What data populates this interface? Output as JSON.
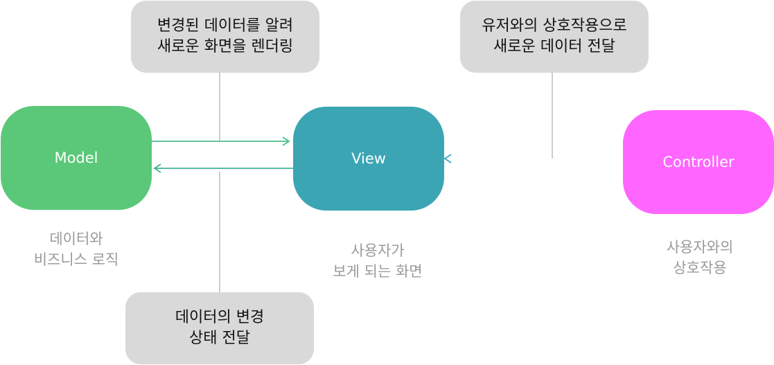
{
  "nodes": {
    "model": "Model",
    "view": "View",
    "controller": "Controller"
  },
  "notes": {
    "model_to_view": [
      "변경된 데이터를 알려",
      "새로운 화면을 렌더링"
    ],
    "controller_to_view": [
      "유저와의 상호작용으로",
      "새로운 데이터 전달"
    ],
    "view_to_model": [
      "데이터의 변경",
      "상태 전달"
    ]
  },
  "captions": {
    "model": [
      "데이터와",
      "비즈니스 로직"
    ],
    "view": [
      "사용자가",
      "보게 되는 화면"
    ],
    "controller": [
      "사용자와의",
      "상호작용"
    ]
  },
  "colors": {
    "model": "#5ac878",
    "view": "#3ca5b3",
    "controller": "#ff66ff",
    "note_bg": "#d9d9d9",
    "caption_text": "#9a9a9a",
    "connector": "#aaaaaa"
  }
}
